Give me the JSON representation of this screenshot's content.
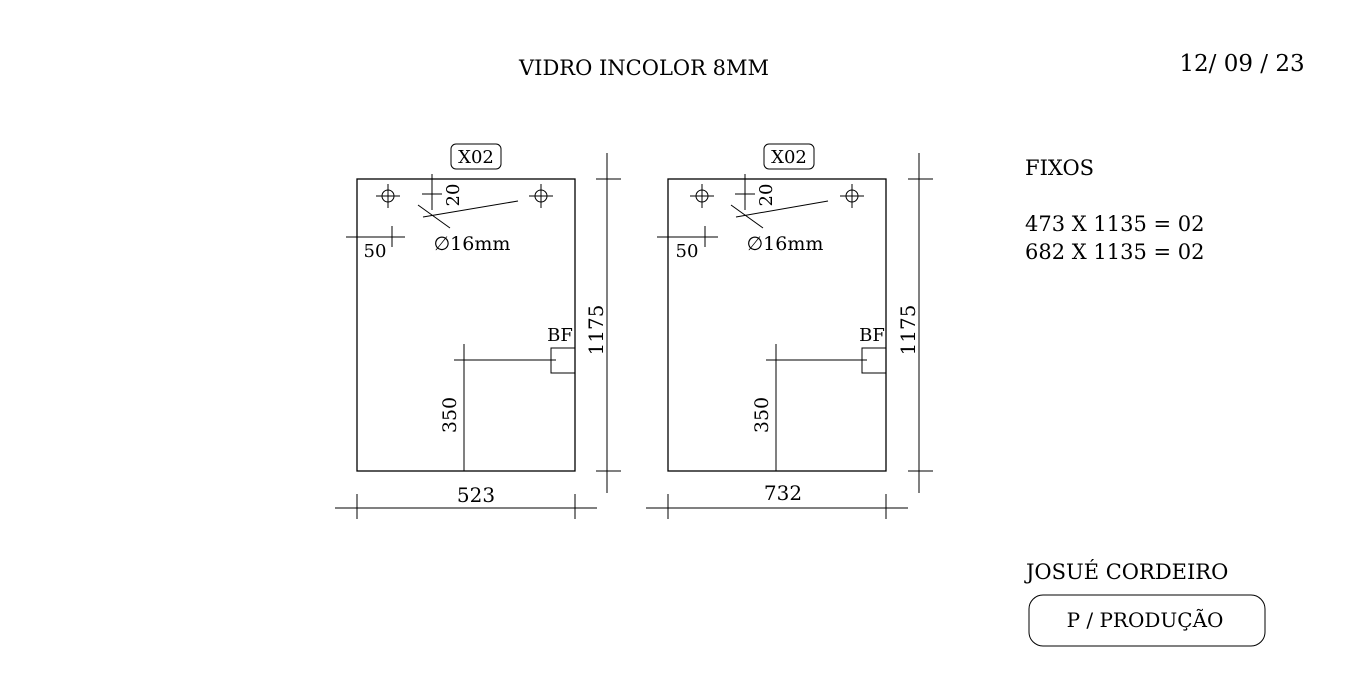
{
  "header": {
    "title": "VIDRO INCOLOR 8MM",
    "date": "12/ 09 / 23"
  },
  "panels": [
    {
      "qty_tag": "X02",
      "width_dim": "523",
      "height_dim": "1175",
      "hole_offset_x": "50",
      "hole_offset_y": "20",
      "hole_diameter": "∅16mm",
      "cutout_label": "BF",
      "cutout_height_dim": "350"
    },
    {
      "qty_tag": "X02",
      "width_dim": "732",
      "height_dim": "1175",
      "hole_offset_x": "50",
      "hole_offset_y": "20",
      "hole_diameter": "∅16mm",
      "cutout_label": "BF",
      "cutout_height_dim": "350"
    }
  ],
  "fixos": {
    "heading": "FIXOS",
    "lines": [
      "473 X 1135 = 02",
      "682 X 1135 = 02"
    ]
  },
  "footer": {
    "name": "JOSUÉ CORDEIRO",
    "stamp": "P / PRODUÇÃO"
  }
}
